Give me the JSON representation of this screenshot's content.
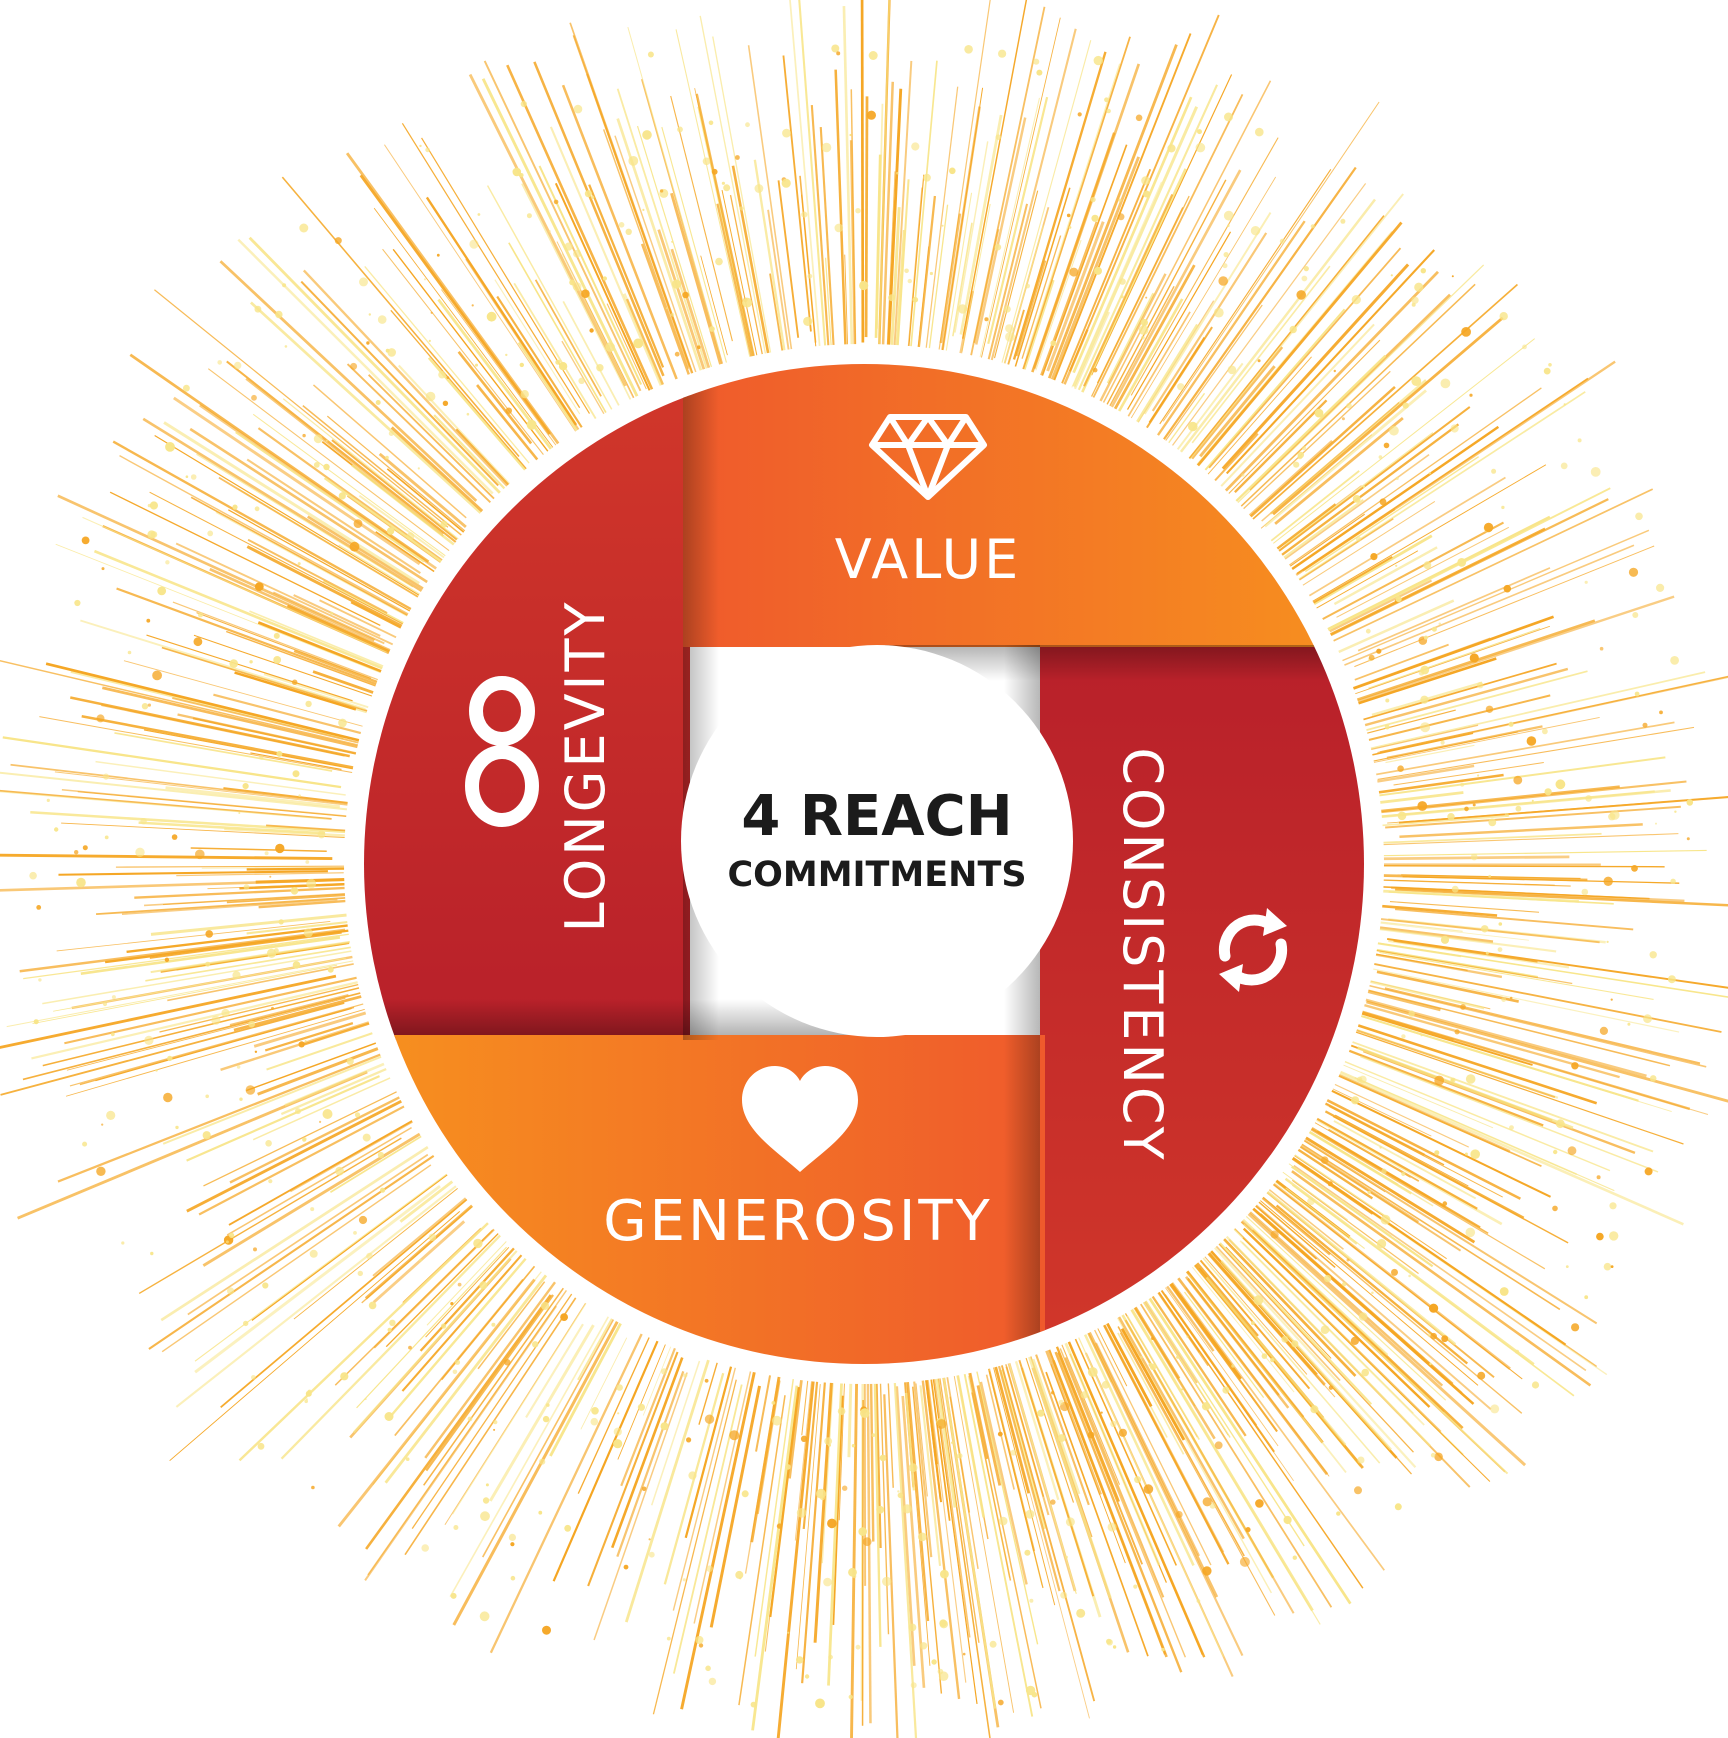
{
  "center": {
    "title": "4 REACH",
    "subtitle": "COMMITMENTS"
  },
  "segments": [
    {
      "id": "value",
      "label": "VALUE",
      "icon": "diamond-icon",
      "position": "top"
    },
    {
      "id": "consistency",
      "label": "CONSISTENCY",
      "icon": "refresh-icon",
      "position": "right"
    },
    {
      "id": "generosity",
      "label": "GENEROSITY",
      "icon": "heart-icon",
      "position": "bottom"
    },
    {
      "id": "longevity",
      "label": "LONGEVITY",
      "icon": "infinity-icon",
      "position": "left"
    }
  ],
  "colors": {
    "orange_light": "#F7931E",
    "orange_mid": "#F26A2E",
    "red_mid": "#D2382A",
    "red_dark": "#B8202A",
    "burst_gold": "#F5A623",
    "burst_pale": "#F8E58A",
    "ring": "#ffffff",
    "center_text": "#1b1b1b"
  }
}
